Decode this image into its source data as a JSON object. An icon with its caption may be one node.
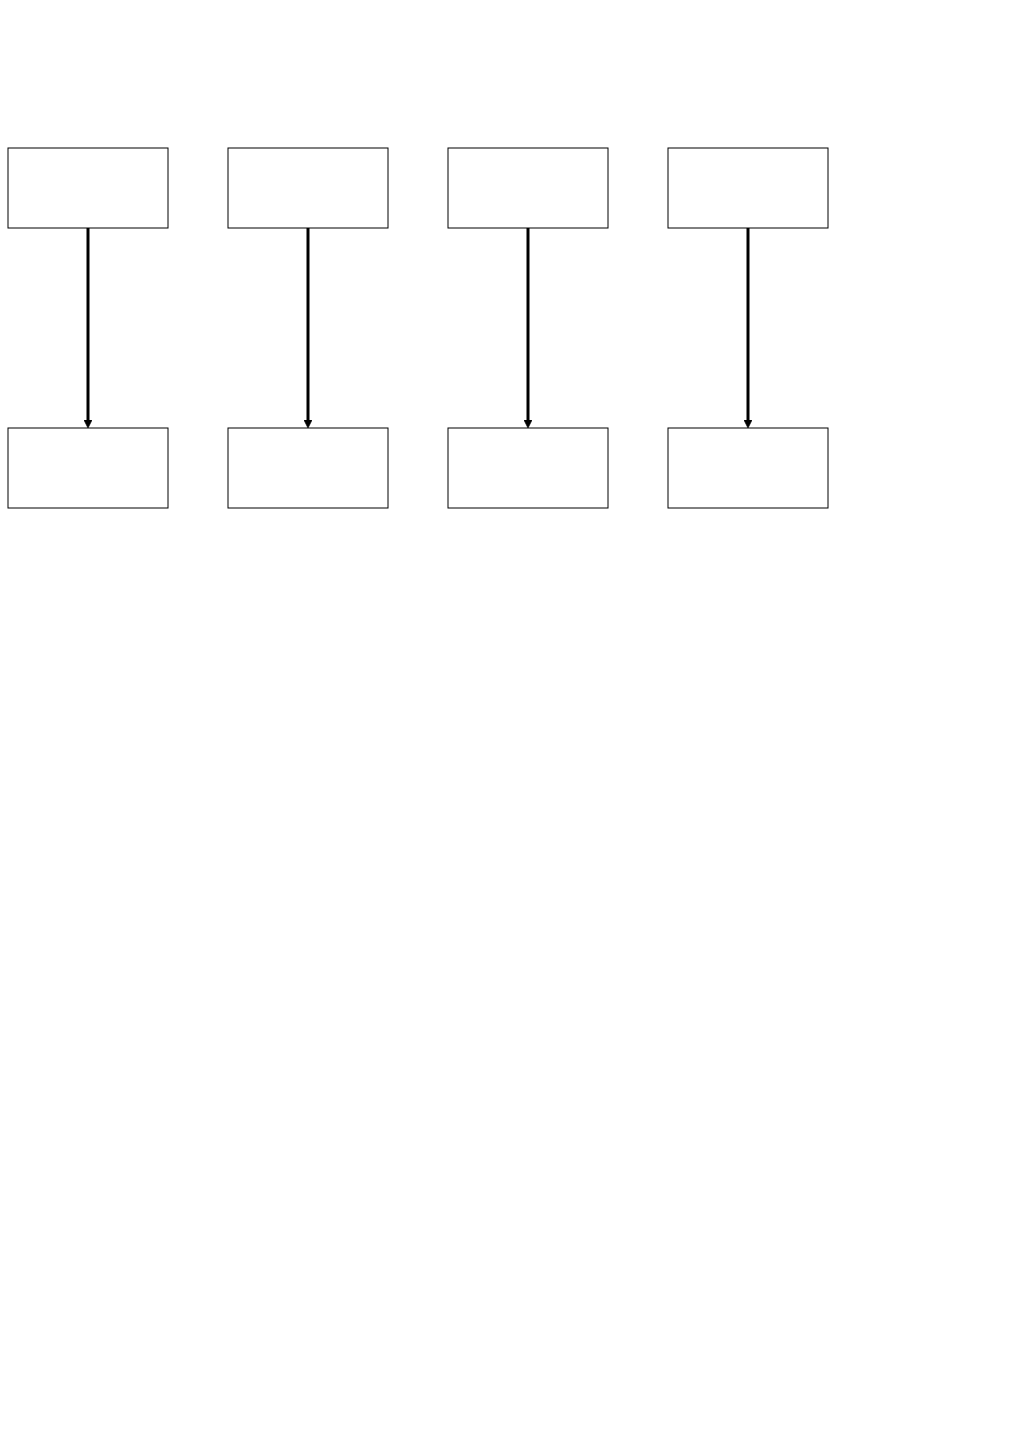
{
  "diagram": {
    "nodes": [
      {
        "text": [],
        "shape": "box"
      },
      {
        "text": [],
        "shape": "box"
      },
      {
        "text": [],
        "shape": "box"
      },
      {
        "text": [],
        "shape": "box"
      },
      {
        "text": [],
        "shape": "box"
      },
      {
        "text": [],
        "shape": "box"
      },
      {
        "text": [],
        "shape": "box"
      },
      {
        "text": [],
        "shape": "box"
      }
    ],
    "edges": [
      {
        "from": 0,
        "to": 7,
        "arrow": "to"
      },
      {
        "from": 1,
        "to": 6,
        "arrow": "to"
      },
      {
        "from": 2,
        "to": 5,
        "arrow": "to"
      },
      {
        "from": 3,
        "to": 4,
        "arrow": "to"
      }
    ]
  }
}
